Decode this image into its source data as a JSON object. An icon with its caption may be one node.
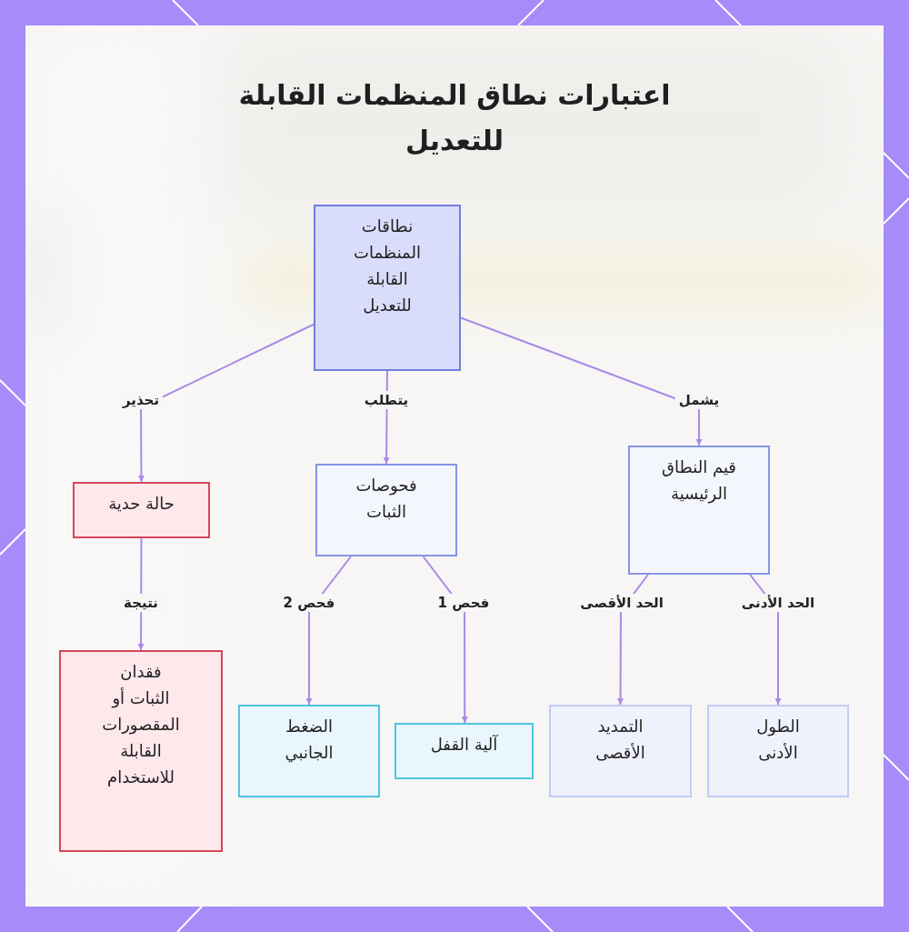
{
  "diagram": {
    "title": "اعتبارات نطاق المنظمات القابلة للتعديل",
    "nodes": [
      {
        "text": [
          "نطاقات المنظمات القابلة للتعديل"
        ]
      },
      {
        "text": [
          "قيم النطاق الرئيسية"
        ]
      },
      {
        "text": [
          "فحوصات الثبات"
        ]
      },
      {
        "text": [
          "حالة حدية"
        ]
      },
      {
        "text": [
          "الطول الأدنى"
        ]
      },
      {
        "text": [
          "التمديد الأقصى"
        ]
      },
      {
        "text": [
          "آلية القفل"
        ]
      },
      {
        "text": [
          "الضغط الجانبي"
        ]
      },
      {
        "text": [
          "فقدان الثبات أو المقصورات القابلة للاستخدام"
        ]
      }
    ],
    "edges": [
      {
        "from": 0,
        "to": 1,
        "arrow": "to",
        "label": "يشمل"
      },
      {
        "from": 0,
        "to": 2,
        "arrow": "to",
        "label": "يتطلب"
      },
      {
        "from": 0,
        "to": 3,
        "arrow": "to",
        "label": "تحذير"
      },
      {
        "from": 1,
        "to": 4,
        "arrow": "to",
        "label": "الحد الأدنى"
      },
      {
        "from": 1,
        "to": 5,
        "arrow": "to",
        "label": "الحد الأقصى"
      },
      {
        "from": 2,
        "to": 6,
        "arrow": "to",
        "label": "فحص 1"
      },
      {
        "from": 2,
        "to": 7,
        "arrow": "to",
        "label": "فحص 2"
      },
      {
        "from": 3,
        "to": 8,
        "arrow": "to",
        "label": "نتيجة"
      }
    ]
  }
}
